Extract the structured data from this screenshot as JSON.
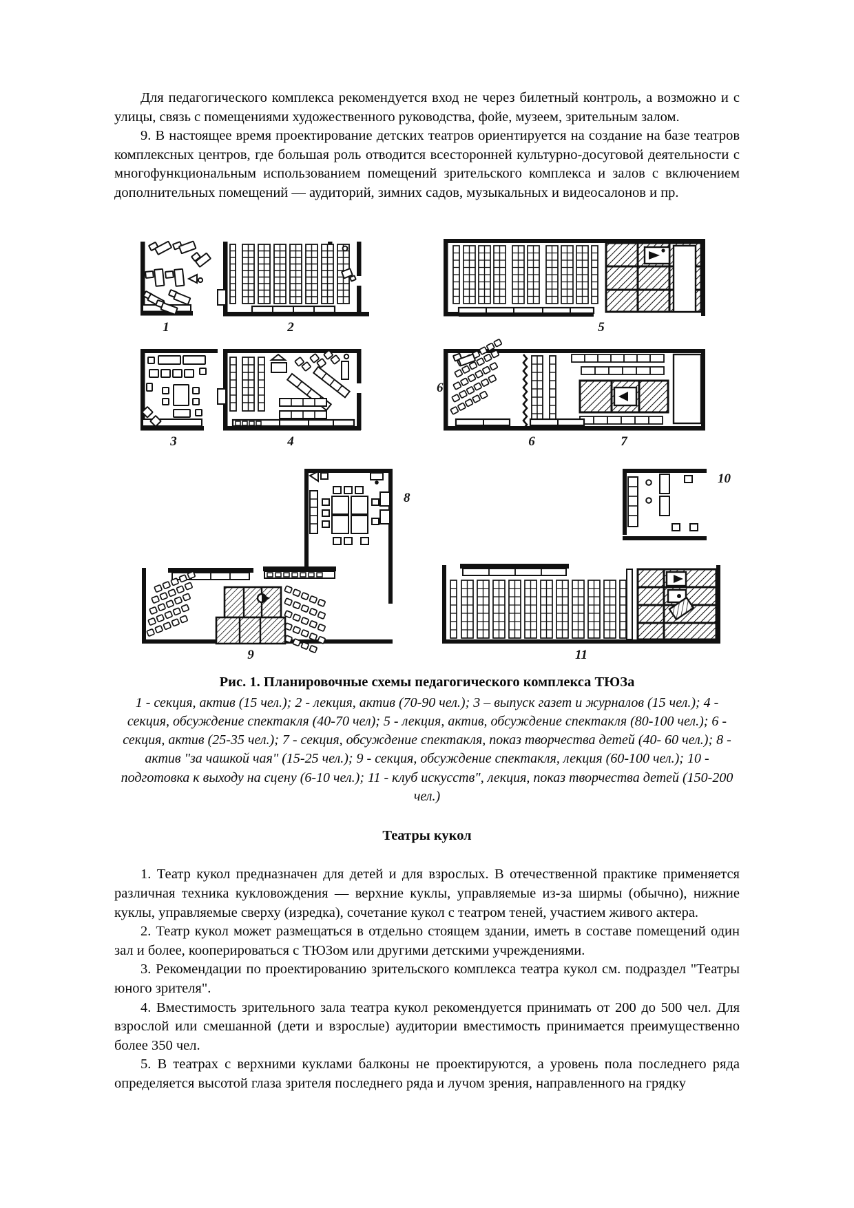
{
  "document": {
    "paragraphs_top": [
      "Для педагогического комплекса рекомендуется вход не через билетный контроль, а возможно и с улицы, связь с помещениями художественного руководства, фойе, музеем, зрительным залом.",
      "9. В настоящее время проектирование детских театров ориентируется на создание на базе театров комплексных центров, где большая роль отводится всесторонней культурно-досуговой деятельности с многофункциональным использованием помещений зрительского комплекса и залов с включением дополнительных помещений — аудиторий, зимних садов, музыкальных и видеосалонов и пр."
    ],
    "figure": {
      "caption_title": "Рис. 1. Планировочные схемы педагогического комплекса ТЮЗа",
      "caption_body": "1 - секция, актив (15 чел.); 2 - лекция, актив (70-90 чел.); 3 – выпуск газет и журналов (15 чел.); 4 - секция, обсуждение спектакля (40-70 чел); 5 - лекция, актив, обсуждение спектакля (80-100 чел.); 6 - секция, актив (25-35 чел.); 7 - секция, обсуждение спектакля, показ творчества детей (40- 60 чел.); 8 - актив \"за чашкой чая\" (15-25 чел.); 9 - секция, обсуждение спектакля, лекция (60-100 чел.); 10 - подготовка к выходу на сцену (6-10 чел.); 11 - клуб искусств\", лекция, показ творчества детей (150-200 чел.)",
      "plan_labels": {
        "p1": "1",
        "p2": "2",
        "p3": "3",
        "p4": "4",
        "p5": "5",
        "p6": "6",
        "p7": "7",
        "p8": "8",
        "p9": "9",
        "p10": "10",
        "p11": "11"
      }
    },
    "section_heading": "Театры кукол",
    "paragraphs_bottom": [
      "1. Театр кукол предназначен для детей и для взрослых. В отечественной практике применяется различная техника кукловождения — верхние куклы, управляемые из-за ширмы (обычно), нижние куклы, управляемые сверху (изредка), сочетание кукол с театром теней, участием живого актера.",
      "2. Театр кукол может размещаться в отдельно стоящем здании, иметь в составе помещений один зал и более, кооперироваться с ТЮЗом или другими детскими учреждениями.",
      "3. Рекомендации по проектированию зрительского комплекса театра кукол см. подраздел \"Театры юного зрителя\".",
      "4. Вместимость зрительного зала театра кукол рекомендуется принимать от 200 до 500 чел. Для взрослой или смешанной (дети и взрослые) аудитории вместимость принимается преимущественно более 350 чел.",
      "5. В театрах с верхними куклами балконы не проектируются, а уровень пола последнего ряда определяется высотой глаза зрителя последнего ряда и лучом зрения, направленного на грядку"
    ]
  }
}
